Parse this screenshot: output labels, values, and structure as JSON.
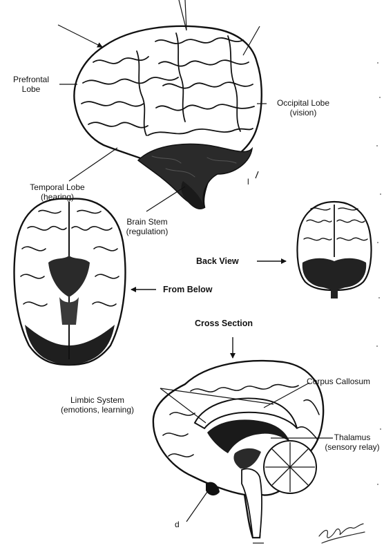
{
  "labels": {
    "prefrontal_line1": "Prefrontal",
    "prefrontal_line2": "Lobe",
    "occipital_line1": "Occipital Lobe",
    "occipital_line2": "(vision)",
    "temporal_line1": "Temporal Lobe",
    "temporal_line2": "(hearing)",
    "brainstem_line1": "Brain Stem",
    "brainstem_line2": "(regulation)",
    "back_view": "Back View",
    "from_below": "From Below",
    "cross_section": "Cross Section",
    "corpus_callosum": "Corpus Callosum",
    "limbic_line1": "Limbic System",
    "limbic_line2": "(emotions, learning)",
    "thalamus_line1": "Thalamus",
    "thalamus_line2": "(sensory relay)",
    "mark_d": "d",
    "mark_l": "l"
  },
  "colors": {
    "ink": "#111111",
    "paper": "#ffffff",
    "shade": "#2a2a2a"
  },
  "icons": {
    "signature": "artist-signature-icon"
  }
}
